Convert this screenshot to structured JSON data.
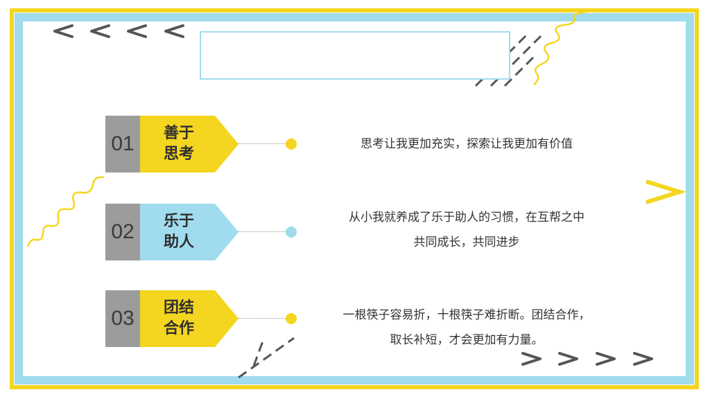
{
  "colors": {
    "yellow": "#f4d51f",
    "blue": "#a0dbee",
    "gray": "#9c9c9c",
    "arrow_gray": "#555555"
  },
  "decorations": {
    "chevrons_left": "<",
    "chevrons_right": ">",
    "big_arrow": ">"
  },
  "items": [
    {
      "number": "01",
      "tag_line1": "善于",
      "tag_line2": "思考",
      "accent": "yellow",
      "desc_line1": "思考让我更加充实，探索让我更加有价值",
      "desc_line2": ""
    },
    {
      "number": "02",
      "tag_line1": "乐于",
      "tag_line2": "助人",
      "accent": "blue",
      "desc_line1": "从小我就养成了乐于助人的习惯，在互帮之中",
      "desc_line2": "共同成长，共同进步"
    },
    {
      "number": "03",
      "tag_line1": "团结",
      "tag_line2": "合作",
      "accent": "yellow",
      "desc_line1": "一根筷子容易折，十根筷子难折断。团结合作，",
      "desc_line2": "取长补短，才会更加有力量。"
    }
  ]
}
